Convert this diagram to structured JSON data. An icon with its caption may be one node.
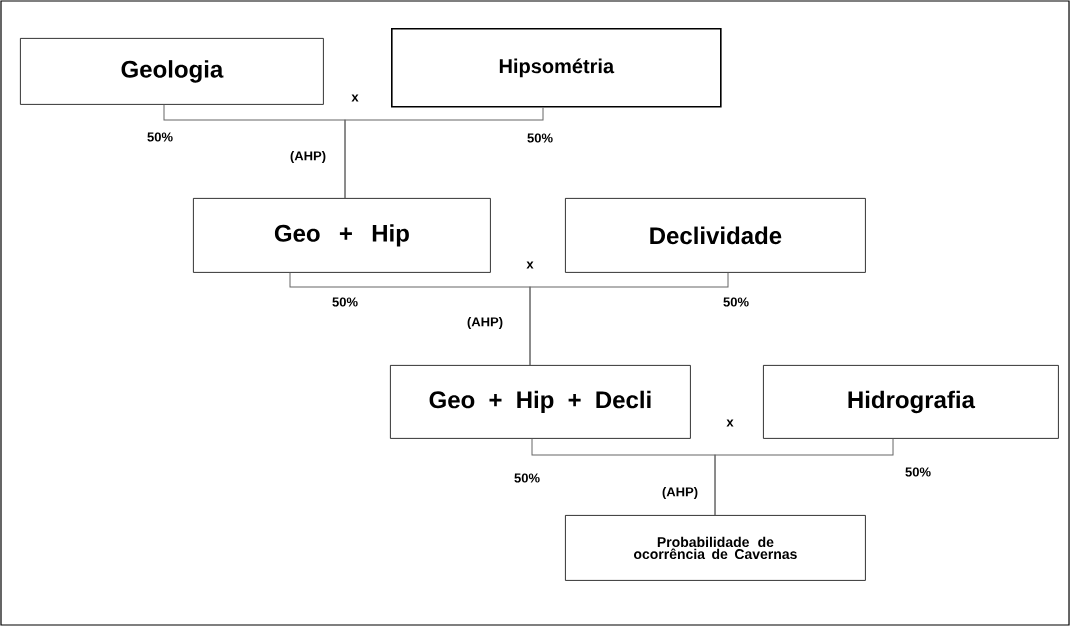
{
  "diagram": {
    "nodes": [
      {
        "text": [
          "Geologia"
        ]
      },
      {
        "text": [
          "Hipsométria"
        ]
      },
      {
        "text": [
          "Geo + Hip"
        ]
      },
      {
        "text": [
          "Declividade"
        ]
      },
      {
        "text": [
          "Geo + Hip + Decli"
        ]
      },
      {
        "text": [
          "Hidrografia"
        ]
      },
      {
        "text": [
          "Probabilidade de ocorrência de Cavernas"
        ]
      }
    ],
    "edges": [
      {
        "from": 0,
        "to": 2,
        "arrow": "none"
      },
      {
        "from": 1,
        "to": 2,
        "arrow": "none"
      },
      {
        "from": 2,
        "to": 4,
        "arrow": "none"
      },
      {
        "from": 3,
        "to": 4,
        "arrow": "none"
      },
      {
        "from": 4,
        "to": 6,
        "arrow": "none"
      },
      {
        "from": 5,
        "to": 6,
        "arrow": "none"
      }
    ],
    "labels": [
      "x",
      "50%",
      "50%",
      "(AHP)",
      "x",
      "50%",
      "50%",
      "(AHP)",
      "x",
      "50%",
      "50%",
      "(AHP)"
    ]
  }
}
